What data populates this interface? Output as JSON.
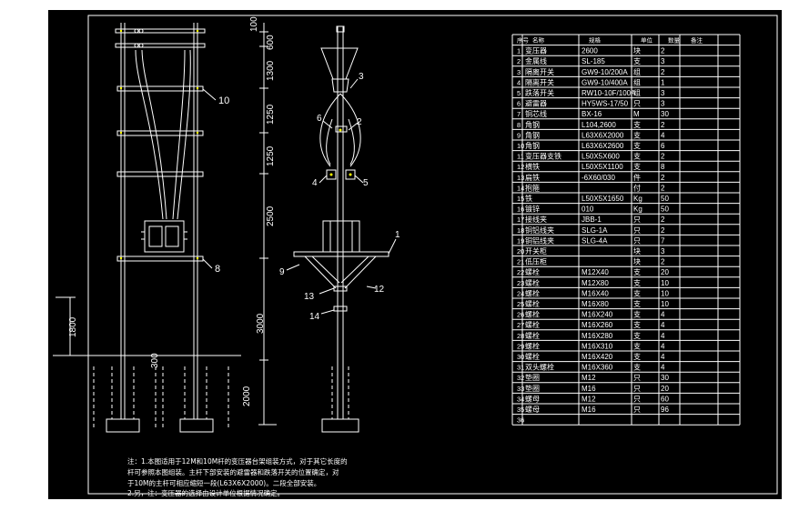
{
  "colors": {
    "background": "#000000",
    "line": "#ffffff",
    "accent": "#ffff00",
    "outer": "#ffffff"
  },
  "dimensions": {
    "right_stack": [
      "100",
      "600",
      "1300",
      "1250",
      "1250",
      "2500",
      "3000",
      "2000"
    ],
    "left_1800": "1800",
    "left_300": "300"
  },
  "callouts": {
    "left": [
      "10",
      "8"
    ],
    "right": [
      "3",
      "6",
      "2",
      "4",
      "5",
      "1",
      "9",
      "13",
      "12",
      "14"
    ]
  },
  "table": {
    "headers": [
      "序号",
      "名称",
      "规格",
      "单位",
      "数量",
      "备注"
    ],
    "rows": [
      [
        "1",
        "变压器",
        "2600",
        "块",
        "2",
        ""
      ],
      [
        "2",
        "金属线",
        "SL-185",
        "支",
        "3",
        ""
      ],
      [
        "3",
        "隔离开关",
        "GW9-10/200A",
        "组",
        "2",
        ""
      ],
      [
        "4",
        "隔离开关",
        "GW9-10/400A",
        "组",
        "1",
        ""
      ],
      [
        "5",
        "跌落开关",
        "RW10-10F/100A",
        "组",
        "3",
        ""
      ],
      [
        "6",
        "避雷器",
        "HY5WS-17/50",
        "只",
        "3",
        ""
      ],
      [
        "7",
        "铜芯线",
        "BX-16",
        "M",
        "30",
        ""
      ],
      [
        "8",
        "角钢",
        "L104,2600",
        "支",
        "2",
        ""
      ],
      [
        "9",
        "角钢",
        "L63X6X2000",
        "支",
        "4",
        ""
      ],
      [
        "10",
        "角钢",
        "L63X6X2600",
        "支",
        "6",
        ""
      ],
      [
        "11",
        "变压器支铁",
        "L50X5X600",
        "支",
        "2",
        ""
      ],
      [
        "12",
        "横铁",
        "L50X5X1100",
        "支",
        "8",
        ""
      ],
      [
        "13",
        "扁铁",
        "-6X60/030",
        "件",
        "2",
        ""
      ],
      [
        "14",
        "抱箍",
        "",
        "付",
        "2",
        ""
      ],
      [
        "15",
        "铁",
        "L50X5X1650",
        "Kg",
        "50",
        ""
      ],
      [
        "16",
        "镀锌",
        "010",
        "Kg",
        "50",
        ""
      ],
      [
        "17",
        "接线夹",
        "JBB-1",
        "只",
        "2",
        ""
      ],
      [
        "18",
        "铜铝线夹",
        "SLG-1A",
        "只",
        "2",
        ""
      ],
      [
        "19",
        "铜铝线夹",
        "SLG-4A",
        "只",
        "7",
        ""
      ],
      [
        "20",
        "开关柜",
        "",
        "块",
        "3",
        ""
      ],
      [
        "21",
        "低压柜",
        "",
        "块",
        "2",
        ""
      ],
      [
        "22",
        "螺栓",
        "M12X40",
        "支",
        "20",
        ""
      ],
      [
        "23",
        "螺栓",
        "M12X80",
        "支",
        "10",
        ""
      ],
      [
        "24",
        "螺栓",
        "M16X40",
        "支",
        "10",
        ""
      ],
      [
        "25",
        "螺栓",
        "M16X80",
        "支",
        "10",
        ""
      ],
      [
        "26",
        "螺栓",
        "M16X240",
        "支",
        "4",
        ""
      ],
      [
        "27",
        "螺栓",
        "M16X260",
        "支",
        "4",
        ""
      ],
      [
        "28",
        "螺栓",
        "M16X280",
        "支",
        "4",
        ""
      ],
      [
        "29",
        "螺栓",
        "M16X310",
        "支",
        "4",
        ""
      ],
      [
        "30",
        "螺栓",
        "M16X420",
        "支",
        "4",
        ""
      ],
      [
        "31",
        "双头螺栓",
        "M16X360",
        "支",
        "4",
        ""
      ],
      [
        "32",
        "垫圈",
        "M12",
        "只",
        "30",
        ""
      ],
      [
        "33",
        "垫圈",
        "M16",
        "只",
        "20",
        ""
      ],
      [
        "34",
        "螺母",
        "M12",
        "只",
        "60",
        ""
      ],
      [
        "35",
        "螺母",
        "M16",
        "只",
        "96",
        ""
      ],
      [
        "36",
        "",
        "",
        "",
        "",
        ""
      ]
    ]
  },
  "notes": {
    "line1": "注：1.本图适用于12M和10M杆的变压器台架组装方式，对于其它长度的",
    "line2": "杆可参照本图组装。主杆下部安装的避雷器和跌落开关的位置确定，对",
    "line3": "于10M的主杆可相应缩短一段(L63X6X2000)。二段全部安装。",
    "line4": "2.另，注：变压器的选择由设计单位根据情况确定。"
  }
}
